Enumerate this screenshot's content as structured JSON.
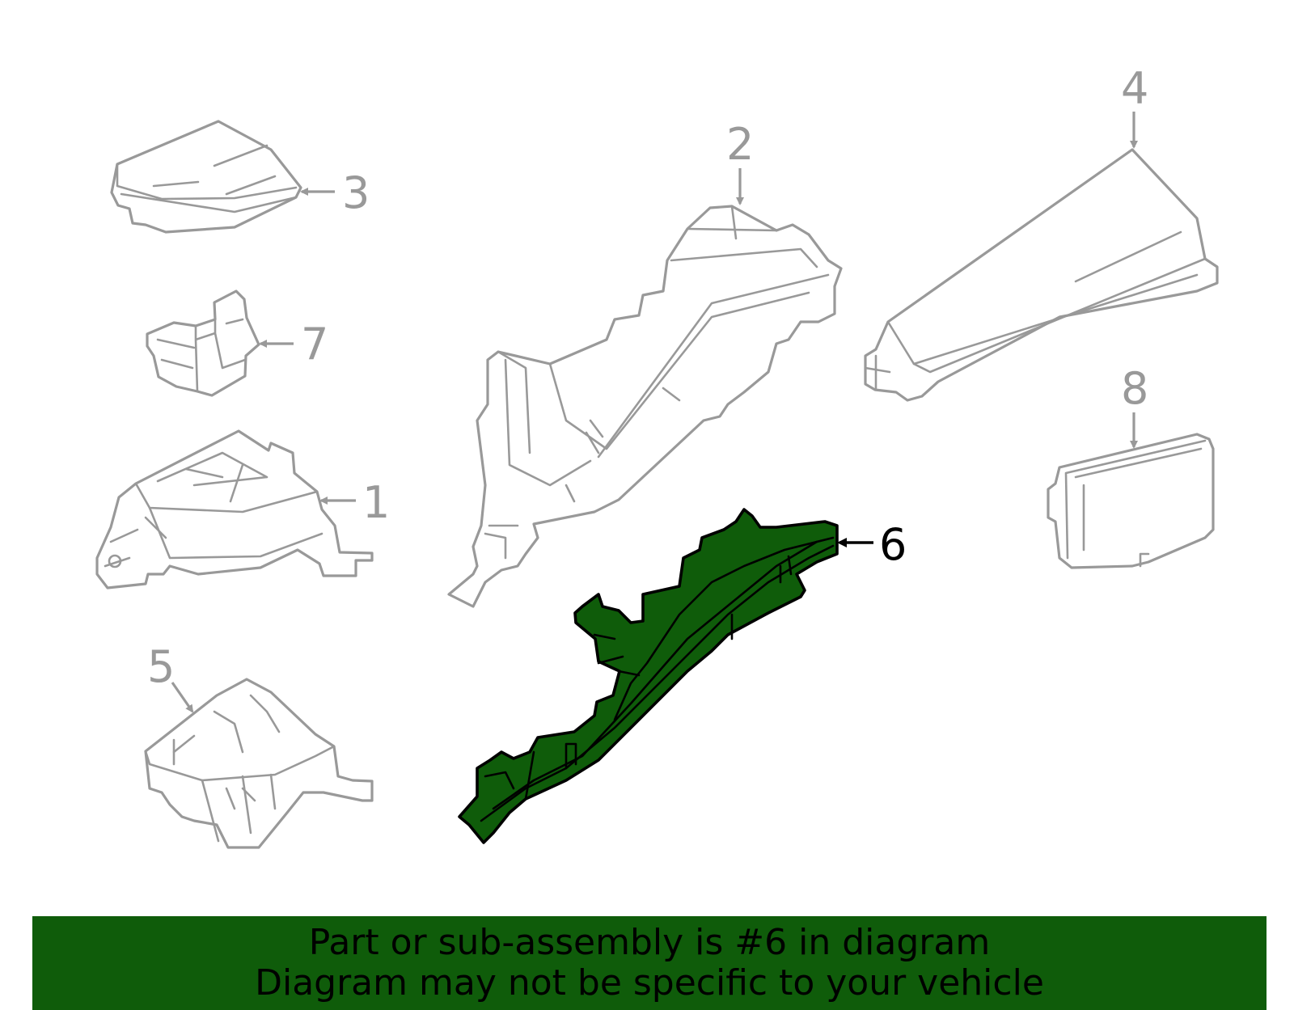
{
  "callouts": {
    "c1": "1",
    "c2": "2",
    "c3": "3",
    "c4": "4",
    "c5": "5",
    "c6": "6",
    "c7": "7",
    "c8": "8"
  },
  "highlighted_part": "6",
  "colors": {
    "highlight_fill": "#0f5c0a",
    "part_stroke": "#999999",
    "banner_background": "#0f5c0a"
  },
  "banner": {
    "line1": "Part or sub-assembly is #6 in diagram",
    "line2": "Diagram may not be specific to your vehicle"
  }
}
